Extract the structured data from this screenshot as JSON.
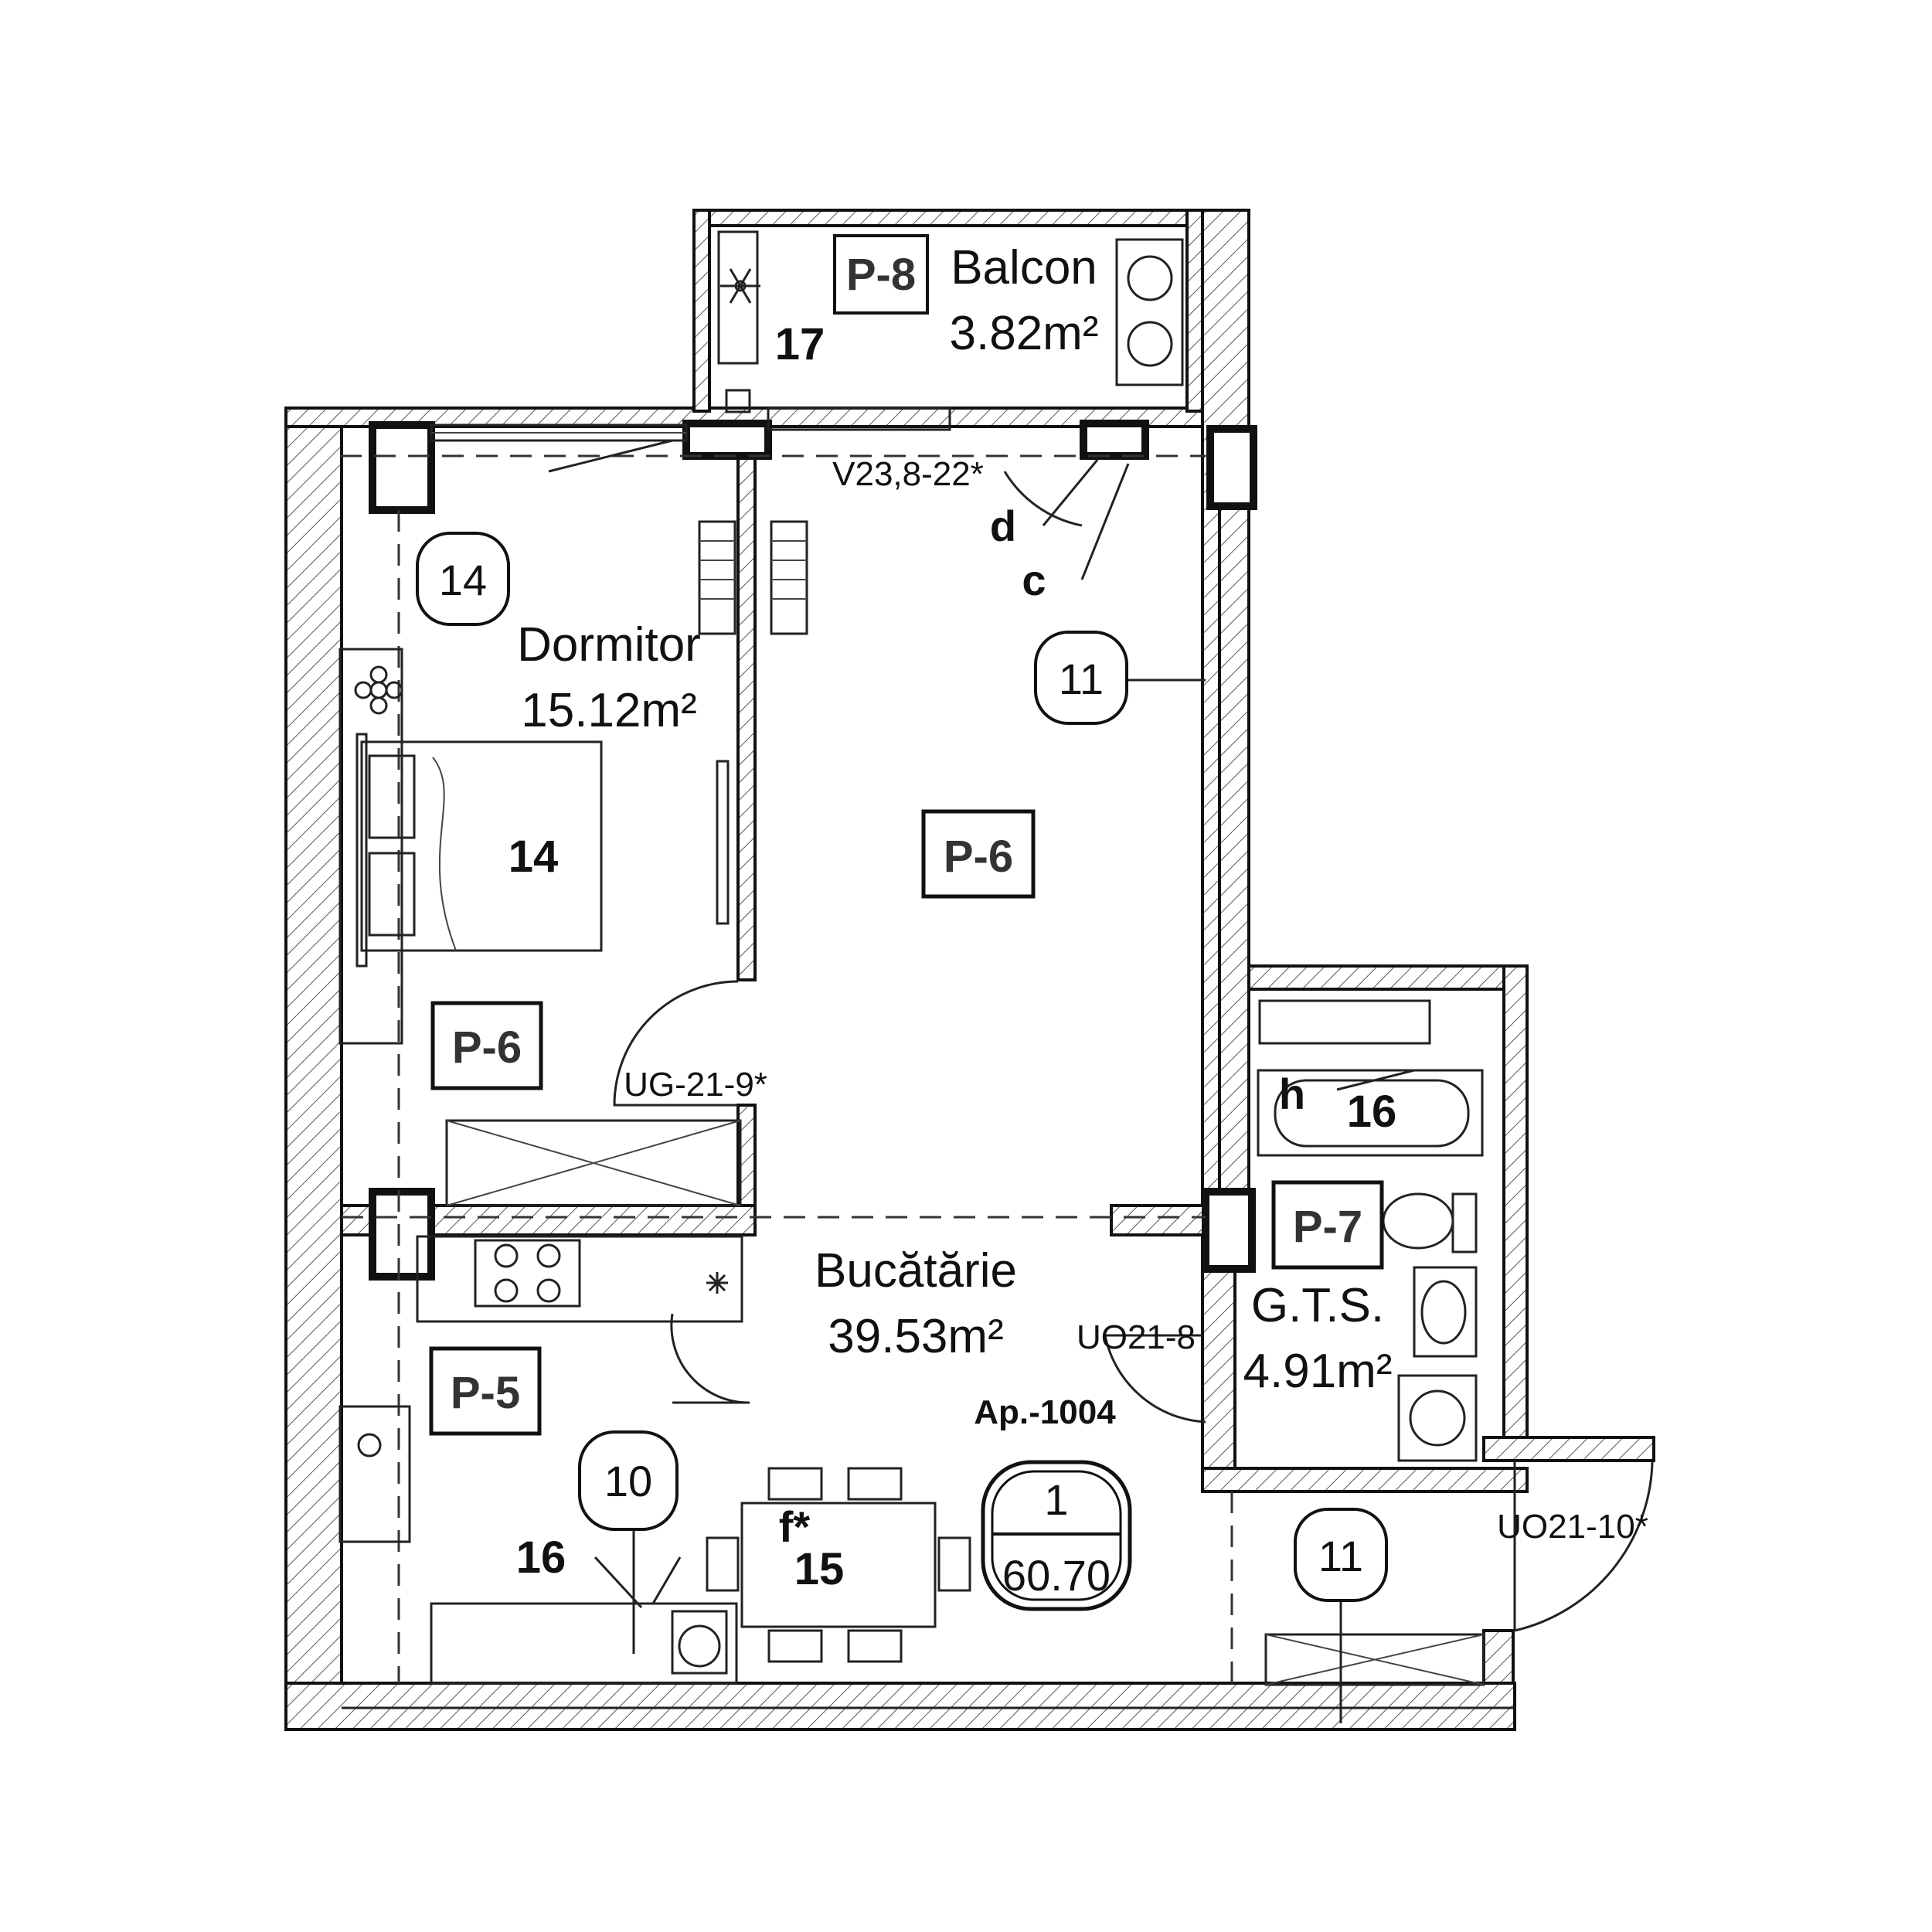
{
  "rooms": {
    "balcony": {
      "name": "Balcon",
      "area": "3.82m²",
      "code": "P-8",
      "item": "17"
    },
    "bedroom": {
      "name": "Dormitor",
      "area": "15.12m²",
      "code": "P-6",
      "bubble": "14",
      "item": "14"
    },
    "living": {
      "code": "P-6",
      "bubble": "11"
    },
    "kitchen": {
      "name": "Bucătărie",
      "area": "39.53m²",
      "code": "P-5",
      "bubble": "10"
    },
    "bathroom": {
      "name": "G.T.S.",
      "area": "4.91m²",
      "code": "P-7",
      "item": "16",
      "letter": "h"
    },
    "hall": {
      "bubble": "11"
    }
  },
  "doors": {
    "bedroom_door": "UG-21-9*",
    "bath_door": "UO21-8",
    "entry_door": "UO21-10*",
    "balcony_window": "V23,8-22*"
  },
  "markers": {
    "d": "d",
    "c": "c",
    "f": "f*",
    "item15": "15",
    "item16": "16"
  },
  "apartment": {
    "label": "Ap.-1004",
    "number": "1",
    "total_area": "60.70"
  },
  "icons": [
    "snowflake-icon",
    "flower-icon",
    "asterisk-icon"
  ]
}
